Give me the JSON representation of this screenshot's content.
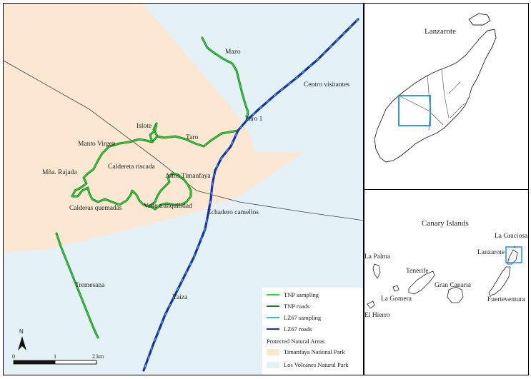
{
  "main_map": {
    "labels": {
      "mazo": "Mazo",
      "centro_visitantes": "Centro visitantes",
      "taro1": "Taro 1",
      "islote": "Islote",
      "taro": "Taro",
      "manto_virgen": "Manto Virgen",
      "caldereta_riscada": "Caldereta riscada",
      "mna_rajada": "Mña. Rajada",
      "altos_timanfaya": "Altos Timanfaya",
      "calderas_quemadas": "Calderas quemadas",
      "valle_tranquilidad": "Valle tranquilidad",
      "echadero_camellos": "Echadero camellos",
      "tremesana": "Tremesana",
      "yaiza": "Yaiza"
    },
    "north_label": "N",
    "scale": {
      "zero": "0",
      "one": "1",
      "two": "2 km"
    },
    "colors": {
      "tnp_area": "#fbe7d2",
      "lvnp_area": "#e4f2f7",
      "tnp_sampling": "#2fd63b",
      "tnp_roads": "#1f7a23",
      "lz67_sampling": "#27c6e6",
      "lz67_roads": "#1c2ea8"
    }
  },
  "legend": {
    "items": [
      {
        "label": "TNP sampling",
        "color": "#2fd63b"
      },
      {
        "label": "TNP roads",
        "color": "#1f7a23"
      },
      {
        "label": "LZ67 sampling",
        "color": "#27c6e6"
      },
      {
        "label": "LZ67 roads",
        "color": "#1c2ea8"
      }
    ],
    "areas_heading": "Protected Natural Areas",
    "areas": [
      {
        "label": "Timanfaya National Park",
        "color": "#fbe7d2"
      },
      {
        "label": "Los Volcanes Natural Park",
        "color": "#e4f2f7"
      }
    ]
  },
  "lanzarote_inset": {
    "title": "Lanzarote"
  },
  "canary_inset": {
    "title": "Canary Islands",
    "islands": {
      "la_graciosa": "La Graciosa",
      "lanzarote": "Lanzarote",
      "la_palma": "La Palma",
      "tenerife": "Tenerife",
      "gran_canaria": "Gran Canaria",
      "la_gomera": "La Gomera",
      "fuerteventura": "Fuerteventura",
      "el_hierro": "El Hierro"
    }
  }
}
